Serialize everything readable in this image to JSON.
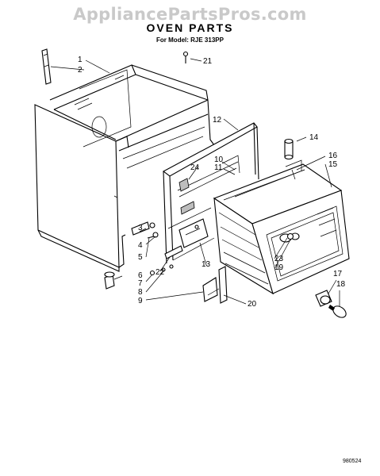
{
  "watermark": "AppliancePartsPros.com",
  "title": "OVEN PARTS",
  "model_line": "For Model: RJE 313PP",
  "doc_number": "980524",
  "callouts": [
    "1",
    "2",
    "3",
    "4",
    "5",
    "6",
    "7",
    "8",
    "9",
    "10",
    "11",
    "12",
    "13",
    "14",
    "15",
    "16",
    "17",
    "18",
    "19",
    "20",
    "21",
    "22",
    "23",
    "24"
  ]
}
